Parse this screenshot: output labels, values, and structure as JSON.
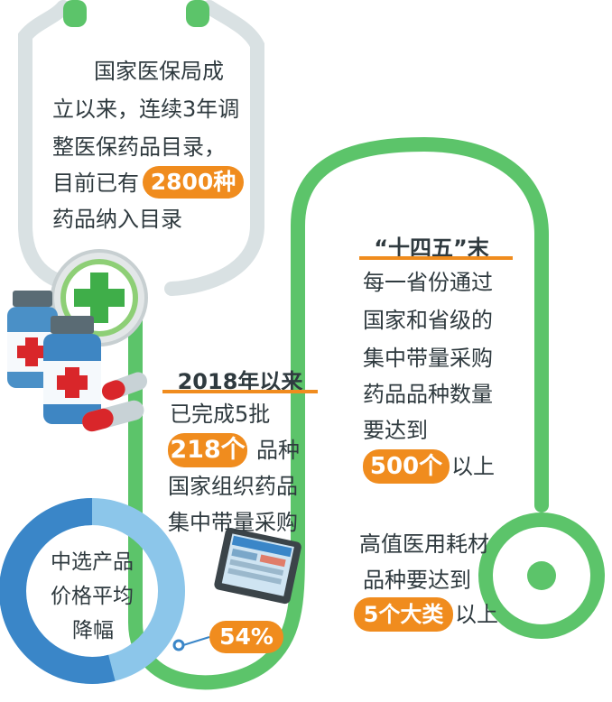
{
  "colors": {
    "accent": "#f08c1e",
    "tube_green": "#5cc46a",
    "tube_grey": "#d9e1e3",
    "ring_blue": "#3a86c8",
    "ring_light": "#8cc6ea",
    "text": "#2f3a3f"
  },
  "block1": {
    "lines": [
      "国家医保局成",
      "立以来，连续3年调",
      "整医保药品目录，"
    ],
    "line4_prefix": "目前已有",
    "highlight": "2800种",
    "line5": "药品纳入目录"
  },
  "block2": {
    "header": "2018年以来",
    "line1": "已完成5批",
    "highlight": "218个",
    "after_highlight": "品种",
    "line3": "国家组织药品",
    "line4": "集中带量采购"
  },
  "block3": {
    "header": "“十四五”末",
    "lines": [
      "每一省份通过",
      "国家和省级的",
      "集中带量采购",
      "药品品种数量",
      "要达到"
    ],
    "highlight": "500个",
    "suffix": "以上"
  },
  "block4": {
    "lines": [
      "高值医用耗材",
      "品种要达到"
    ],
    "highlight": "5个大类",
    "suffix": "以上"
  },
  "ring": {
    "lines": [
      "中选产品",
      "价格平均",
      "降幅"
    ],
    "value_label": "54%",
    "value": 54
  },
  "icons": [
    "medicine-bottle-icon",
    "medicine-bottle-icon",
    "medical-cross-icon",
    "capsule-icon",
    "capsule-icon",
    "tablet-device-icon"
  ]
}
